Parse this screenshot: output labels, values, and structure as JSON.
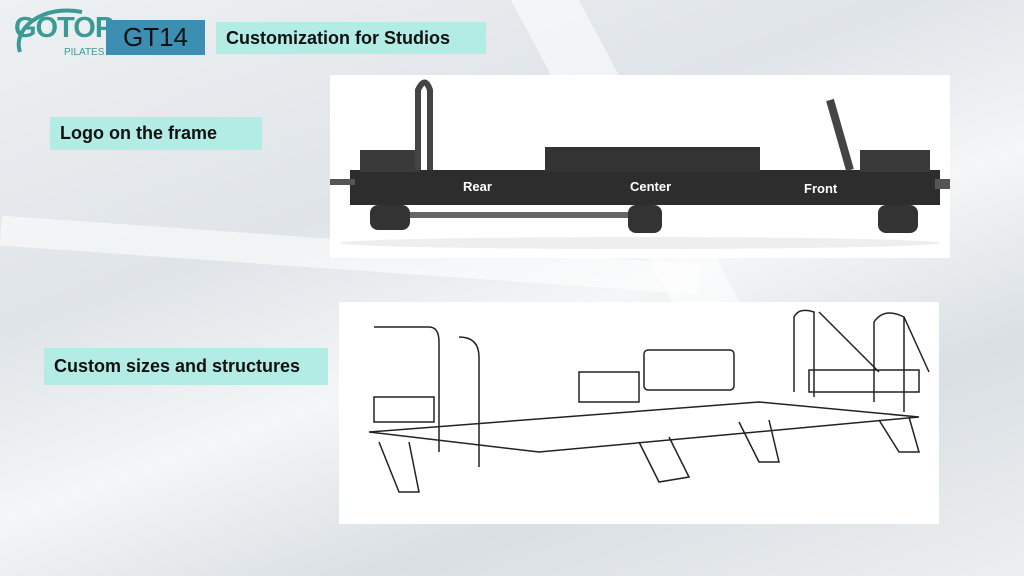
{
  "brand": {
    "logo_main": "GOTOP",
    "logo_sub": "PILATES"
  },
  "header": {
    "model": "GT14",
    "title": "Customization for Studios"
  },
  "features": [
    {
      "label": "Logo on the frame"
    },
    {
      "label": "Custom sizes and structures"
    }
  ],
  "image1": {
    "position_labels": [
      "Rear",
      "Center",
      "Front"
    ]
  },
  "colors": {
    "model_box": "#3d8eb3",
    "label_box": "#b2ece4",
    "brand": "#3a9a95"
  }
}
